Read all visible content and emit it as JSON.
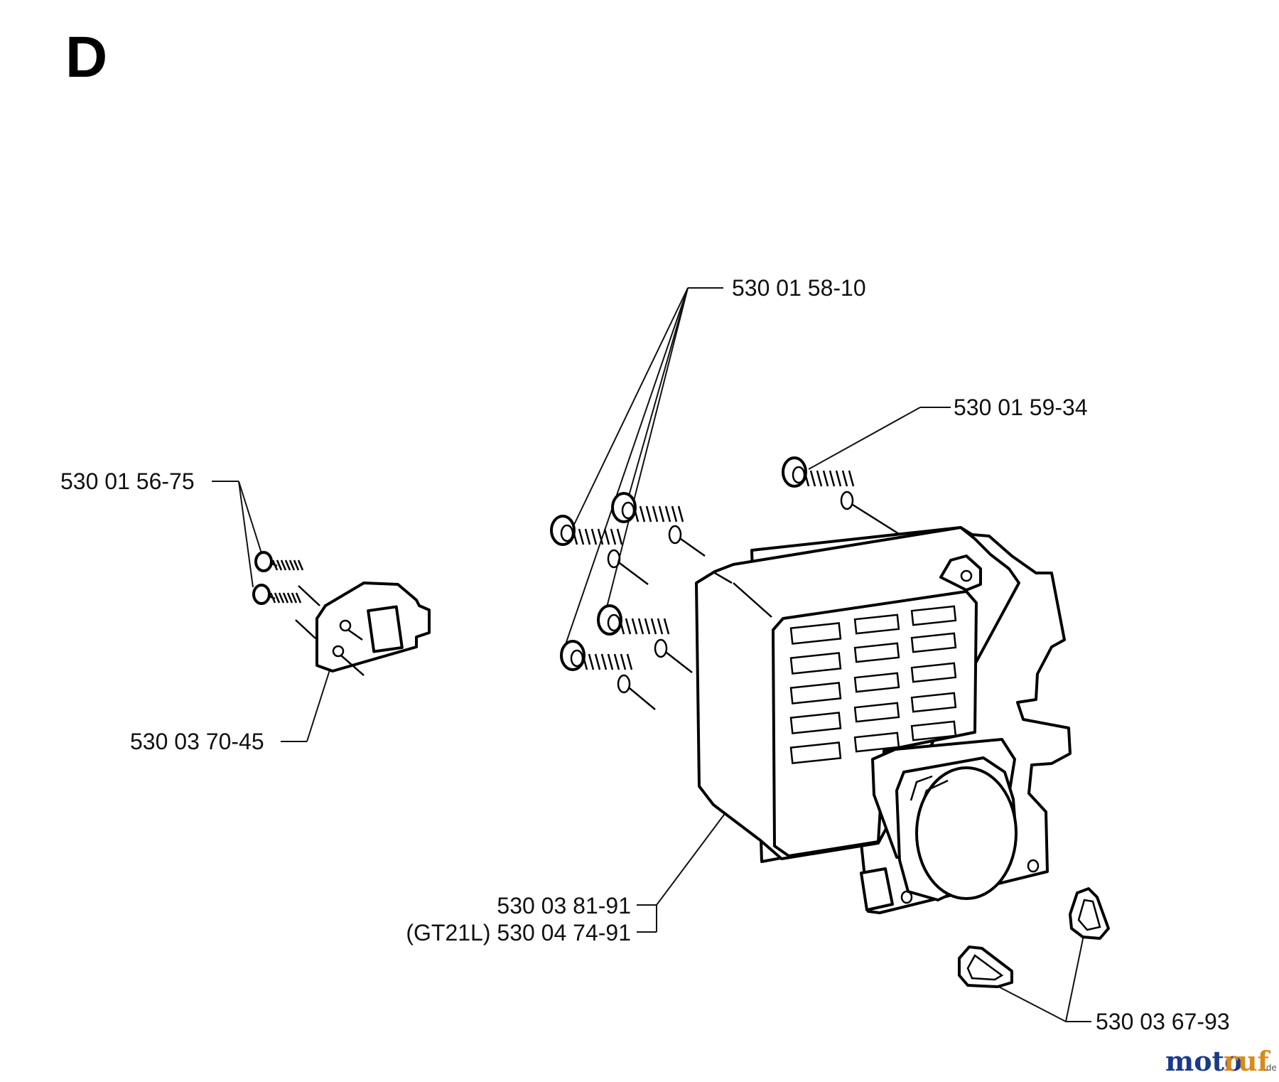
{
  "section_letter": "D",
  "parts": [
    {
      "id": "screw-set",
      "number": "530 01 58-10"
    },
    {
      "id": "screw-single",
      "number": "530 01 59-34"
    },
    {
      "id": "screw-small",
      "number": "530 01 56-75"
    },
    {
      "id": "bracket",
      "number": "530 03 70-45"
    },
    {
      "id": "cover",
      "number": "530 03 81-91"
    },
    {
      "id": "cover-gt21l",
      "number": "(GT21L) 530 04 74-91"
    },
    {
      "id": "plug",
      "number": "530 03 67-93"
    }
  ],
  "watermark": {
    "brand_a": "moto",
    "brand_b": "ruf",
    "suffix": ".de"
  }
}
